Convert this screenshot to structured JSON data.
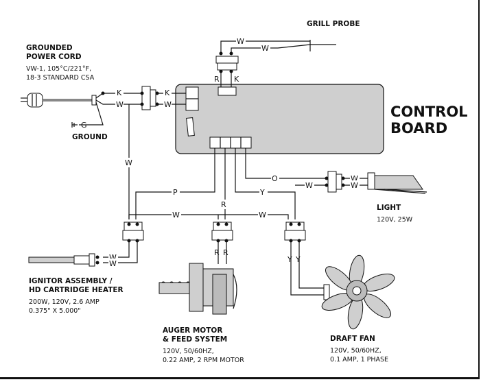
{
  "power_cord": {
    "title": [
      "GROUNDED",
      "POWER CORD"
    ],
    "spec": [
      "VW-1, 105°C/221°F,",
      "18-3 STANDARD CSA"
    ]
  },
  "ground": {
    "label": "GROUND"
  },
  "grill_probe": {
    "label": "GRILL PROBE"
  },
  "control_board": {
    "label": [
      "CONTROL",
      "BOARD"
    ]
  },
  "light": {
    "label": "LIGHT",
    "spec": [
      "120V, 25W"
    ]
  },
  "ignitor": {
    "title": [
      "IGNITOR ASSEMBLY /",
      "HD CARTRIDGE HEATER"
    ],
    "spec": [
      "200W, 120V, 2.6 AMP",
      "0.375\" X 5.000\""
    ]
  },
  "auger": {
    "title": [
      "AUGER MOTOR",
      "& FEED SYSTEM"
    ],
    "spec": [
      "120V, 50/60HZ,",
      "0.22 AMP, 2 RPM MOTOR"
    ]
  },
  "fan": {
    "title": [
      "DRAFT FAN"
    ],
    "spec": [
      "120V, 50/60HZ,",
      "0.1 AMP, 1 PHASE"
    ]
  },
  "wires": {
    "k": "K",
    "w": "W",
    "g": "G",
    "r": "R",
    "p": "P",
    "o": "O",
    "y": "Y"
  }
}
